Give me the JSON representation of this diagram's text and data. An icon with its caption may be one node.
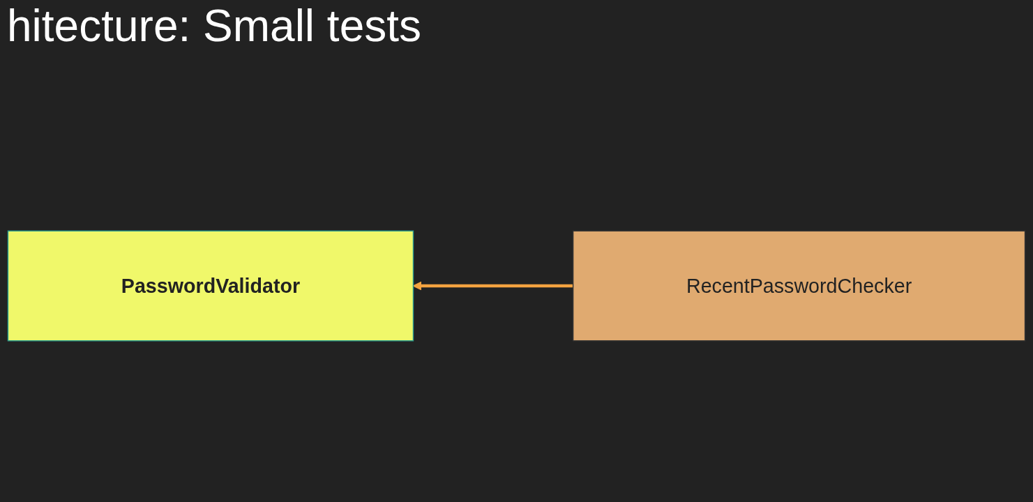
{
  "diagram": {
    "title": "hitecture: Small tests",
    "nodes": [
      {
        "text": [
          "PasswordValidator"
        ]
      },
      {
        "text": [
          "RecentPasswordChecker"
        ]
      }
    ],
    "edges": [
      {
        "from": 1,
        "to": 0,
        "arrow": "to",
        "color": "#f4a340"
      }
    ]
  }
}
